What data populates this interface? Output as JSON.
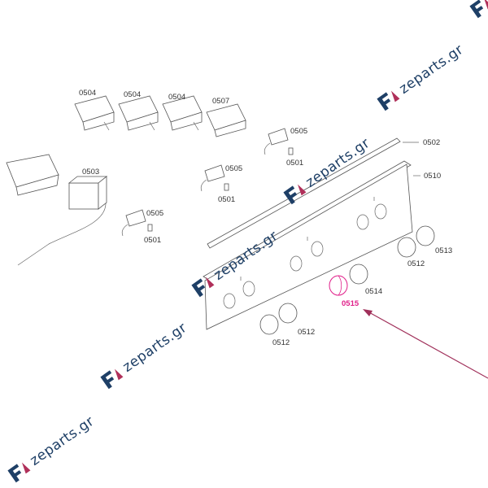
{
  "watermark": {
    "text": "zeparts.gr",
    "logo_color": "#1e3f66",
    "logo_accent": "#b0305a"
  },
  "labels": {
    "sw1": "0504",
    "sw2": "0504",
    "sw3": "0504",
    "sw4": "0507",
    "thermostat": "0503",
    "lamp_a": "0505",
    "lamp_b": "0505",
    "lamp_c": "0505",
    "cap_a": "0501",
    "cap_b": "0501",
    "cap_c": "0501",
    "rail": "0502",
    "panel": "0510",
    "knob_r1": "0513",
    "knob_r2": "0512",
    "knob_m": "0514",
    "knob_hl": "0515",
    "knob_l": "0512"
  },
  "highlight_color": "#e0208a",
  "arrow_color": "#a0305a"
}
